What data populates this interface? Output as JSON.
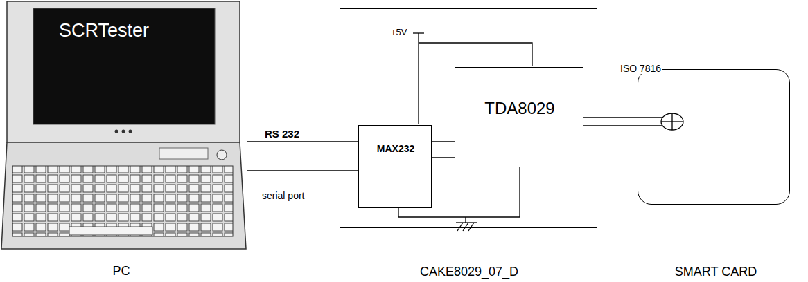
{
  "diagram": {
    "nodes": [
      {
        "text": [
          "SCRTester",
          "PC"
        ]
      },
      {
        "text": [
          "CAKE8029_07_D"
        ]
      },
      {
        "text": [
          "MAX232"
        ],
        "in": 1
      },
      {
        "text": [
          "TDA8029"
        ],
        "in": 1
      },
      {
        "text": [
          "SMART CARD"
        ]
      }
    ],
    "edges": [
      {
        "from": 0,
        "to": 2,
        "label": "RS 232",
        "arrow": "none"
      },
      {
        "from": 0,
        "to": 2,
        "label": "serial port",
        "arrow": "none"
      },
      {
        "from": 2,
        "to": 3,
        "arrow": "none"
      },
      {
        "from": 2,
        "to": 3,
        "arrow": "none"
      },
      {
        "from": 3,
        "to": 4,
        "label": "ISO 7816",
        "arrow": "none"
      },
      {
        "from": 3,
        "to": 4,
        "arrow": "none"
      }
    ],
    "labels": [
      "+5V"
    ]
  }
}
